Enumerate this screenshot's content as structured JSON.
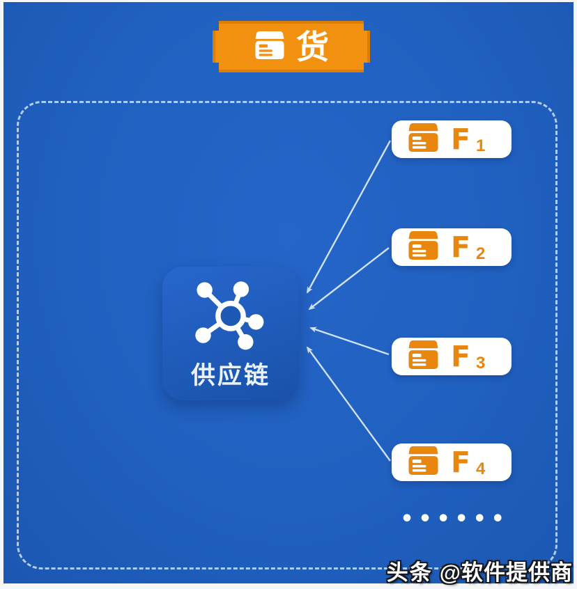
{
  "header_badge": {
    "label": "货",
    "icon": "goods-box-icon"
  },
  "hub": {
    "label": "供应链",
    "icon": "network-hub-icon"
  },
  "suppliers": [
    {
      "label": "F",
      "sub": "1"
    },
    {
      "label": "F",
      "sub": "2"
    },
    {
      "label": "F",
      "sub": "3"
    },
    {
      "label": "F",
      "sub": "4"
    }
  ],
  "ellipsis": {
    "text": "••••••"
  },
  "watermark": {
    "brand": "头条",
    "handle": "@软件提供商"
  },
  "colors": {
    "panel_blue": "#2060bf",
    "hub_blue": "#1d58b4",
    "badge_orange": "#f29110",
    "badge_orange_border": "#da7e05",
    "supplier_orange": "#e8860d",
    "arrow": "#cfe2f8",
    "dashed_border": "#e1eeff",
    "white": "#ffffff"
  },
  "diagram": {
    "type": "hub-and-spokes",
    "title_node": "货",
    "hub_node": "供应链",
    "spoke_nodes": [
      "F1",
      "F2",
      "F3",
      "F4",
      "……"
    ],
    "edge_direction": "spokes-to-hub"
  }
}
